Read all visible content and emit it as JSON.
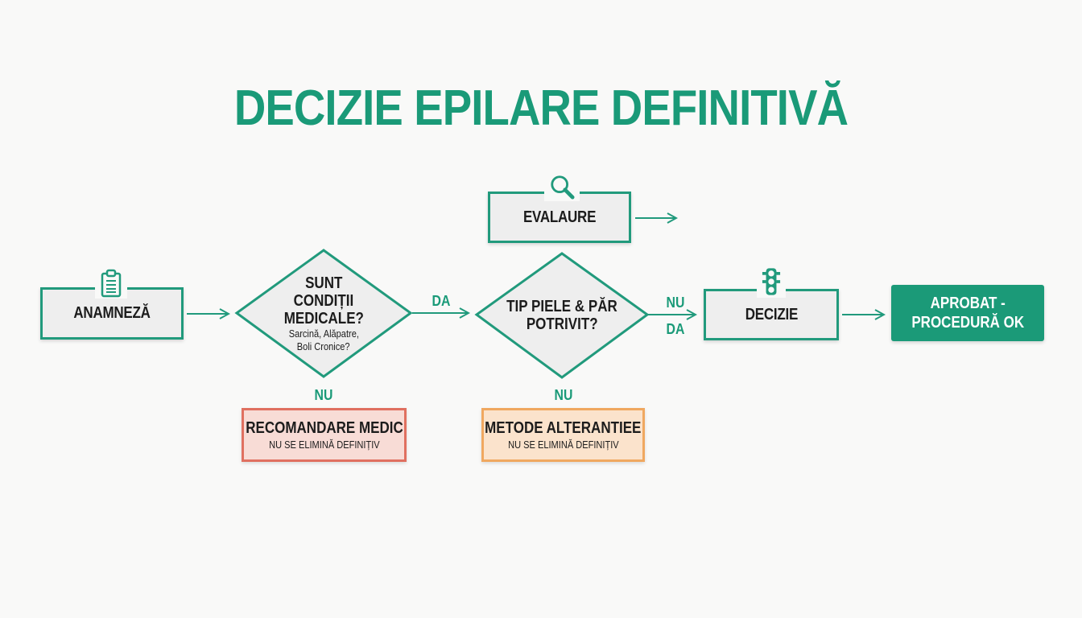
{
  "title": "DECIZIE EPILARE DEFINITIVĂ",
  "colors": {
    "accent": "#1a9a78",
    "box_fill": "#eeeeee",
    "final_fill": "#1b9a78",
    "warning_red_border": "#e07060",
    "warning_red_fill": "#f8dcd6",
    "warning_orange_border": "#f0a860",
    "warning_orange_fill": "#fbe3cc"
  },
  "nodes": {
    "anamneza": {
      "label": "ANAMNEZĂ",
      "icon": "clipboard-icon"
    },
    "conditii": {
      "label_line1": "SUNT",
      "label_line2": "CONDIȚII",
      "label_line3": "MEDICALE?",
      "sub_line1": "Sarcină, Alăpatre,",
      "sub_line2": "Boli Cronice?"
    },
    "evaluare": {
      "label": "EVALAURE",
      "icon": "magnifier-icon"
    },
    "tip_piele": {
      "label_line1": "TIP PIELE & PĂR",
      "label_line2": "POTRIVIT?"
    },
    "decizie": {
      "label": "DECIZIE",
      "icon": "traffic-light-icon"
    },
    "aprobat": {
      "label": "APROBAT -\nPROCEDURĂ OK"
    },
    "recomandare": {
      "label": "RECOMANDARE MEDIC",
      "sub": "NU SE ELIMINĂ DEFINIȚIV"
    },
    "metode": {
      "label": "METODE ALTERANTIEE",
      "sub": "NU SE ELIMINĂ DEFINIȚIV"
    }
  },
  "edge_labels": {
    "conditii_to_tip": "DA",
    "conditii_down": "NU",
    "tip_right_top": "NU",
    "tip_right_bottom": "DA",
    "tip_down": "NU"
  }
}
